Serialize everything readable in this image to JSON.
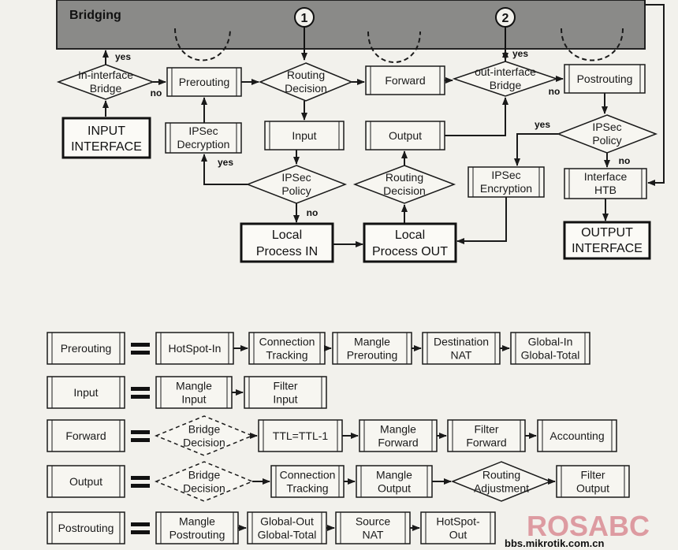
{
  "bridging_label": "Bridging",
  "markers": [
    "1",
    "2"
  ],
  "flow": {
    "in_interface_bridge": [
      "In-interface",
      "Bridge"
    ],
    "prerouting": "Prerouting",
    "routing_decision": [
      "Routing",
      "Decision"
    ],
    "forward": "Forward",
    "out_interface_bridge": [
      "out-interface",
      "Bridge"
    ],
    "postrouting": "Postrouting",
    "input_interface": [
      "INPUT",
      "INTERFACE"
    ],
    "ipsec_decryption": [
      "IPSec",
      "Decryption"
    ],
    "input": "Input",
    "output": "Output",
    "ipsec_policy_left": [
      "IPSec",
      "Policy"
    ],
    "routing_decision_2": [
      "Routing",
      "Decision"
    ],
    "ipsec_policy_right": [
      "IPSec",
      "Policy"
    ],
    "ipsec_encryption": [
      "IPSec",
      "Encryption"
    ],
    "interface_htb": [
      "Interface",
      "HTB"
    ],
    "local_process_in": [
      "Local",
      "Process IN"
    ],
    "local_process_out": [
      "Local",
      "Process OUT"
    ],
    "output_interface": [
      "OUTPUT",
      "INTERFACE"
    ],
    "yes": "yes",
    "no": "no"
  },
  "chains": [
    {
      "name": "Prerouting",
      "steps": [
        [
          "HotSpot-In"
        ],
        [
          "Connection",
          "Tracking"
        ],
        [
          "Mangle",
          "Prerouting"
        ],
        [
          "Destination",
          "NAT"
        ],
        [
          "Global-In",
          "Global-Total"
        ]
      ]
    },
    {
      "name": "Input",
      "steps": [
        [
          "Mangle",
          "Input"
        ],
        [
          "Filter",
          "Input"
        ]
      ]
    },
    {
      "name": "Forward",
      "steps": [
        [
          "Bridge",
          "Decision"
        ],
        [
          "TTL=TTL-1"
        ],
        [
          "Mangle",
          "Forward"
        ],
        [
          "Filter",
          "Forward"
        ],
        [
          "Accounting"
        ]
      ]
    },
    {
      "name": "Output",
      "steps": [
        [
          "Bridge",
          "Decision"
        ],
        [
          "Connection",
          "Tracking"
        ],
        [
          "Mangle",
          "Output"
        ],
        [
          "Routing",
          "Adjustment"
        ],
        [
          "Filter",
          "Output"
        ]
      ]
    },
    {
      "name": "Postrouting",
      "steps": [
        [
          "Mangle",
          "Postrouting"
        ],
        [
          "Global-Out",
          "Global-Total"
        ],
        [
          "Source",
          "NAT"
        ],
        [
          "HotSpot-",
          "Out"
        ]
      ]
    }
  ],
  "watermark": {
    "brand": "ROSABC",
    "url": "bbs.mikrotik.com.cn"
  },
  "colors": {
    "bridging_bar": "#8a8a88",
    "brand": "#d98c94",
    "ink": "#1a1a1a"
  }
}
